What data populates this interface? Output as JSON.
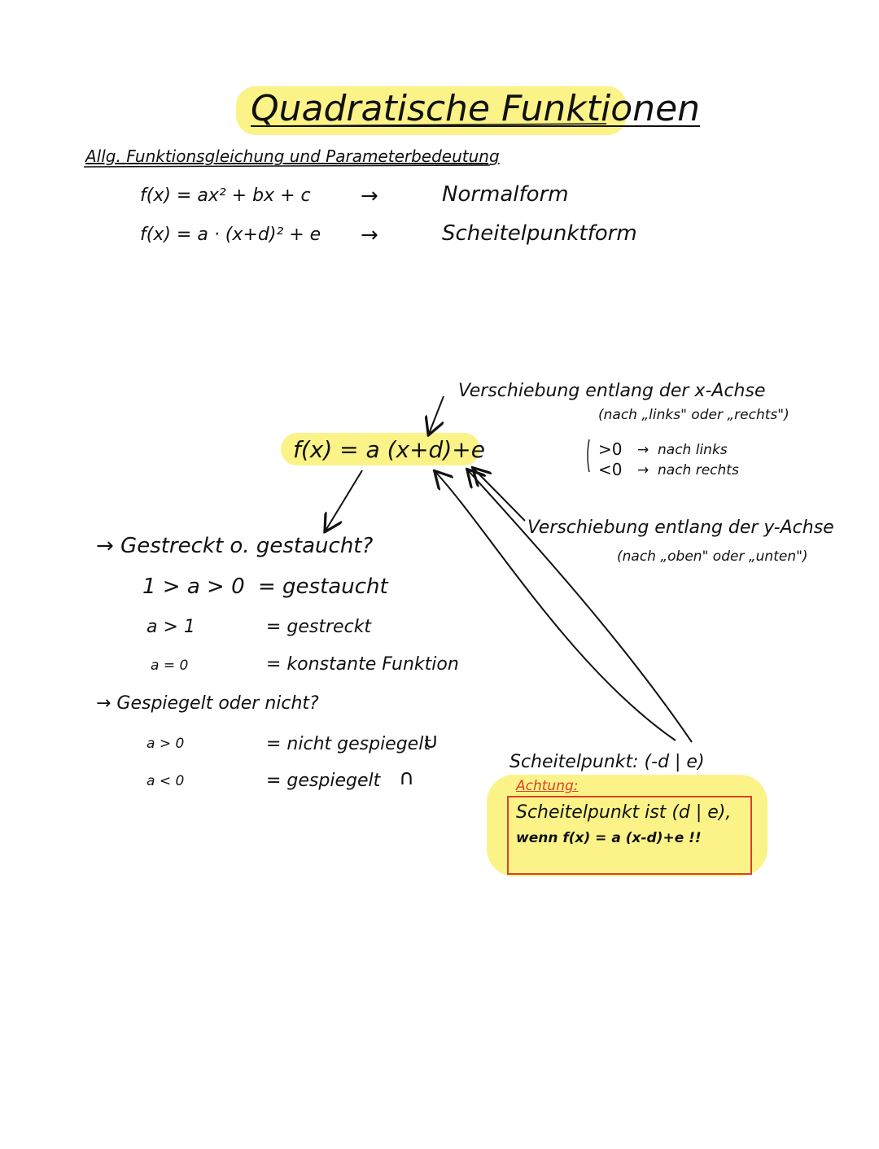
{
  "title": "Quadratische Funktionen",
  "subtitle": "Allg. Funktionsgleichung und Parameterbedeutung",
  "forms": [
    {
      "formula": "f(x) = ax² + bx + c",
      "arrow": "→",
      "name": "Normalform"
    },
    {
      "formula": "f(x) = a · (x+d)² + e",
      "arrow": "→",
      "name": "Scheitelpunktform"
    }
  ],
  "center_formula": "f(x) = a (x+d)+e",
  "x_shift": {
    "title": "Verschiebung entlang der x-Achse",
    "detail": "(nach „links\" oder „rechts\")",
    "bracket": "{",
    "rules": [
      {
        "cond": ">0",
        "arrow": "→",
        "text": "nach links"
      },
      {
        "cond": "<0",
        "arrow": "→",
        "text": "nach rechts"
      }
    ]
  },
  "y_shift": {
    "title": "Verschiebung entlang der y-Achse",
    "detail": "(nach „oben\" oder „unten\")"
  },
  "stretch": {
    "heading": "→ Gestreckt o. gestaucht?",
    "rows": [
      {
        "cond": "1 > a > 0",
        "result": "= gestaucht"
      },
      {
        "cond": "a > 1",
        "result": "= gestreckt"
      },
      {
        "cond": "a = 0",
        "result": "= konstante Funktion"
      }
    ]
  },
  "mirror": {
    "heading": "→ Gespiegelt oder nicht?",
    "rows": [
      {
        "cond": "a > 0",
        "result": "= nicht gespiegelt",
        "symbol": "∪"
      },
      {
        "cond": "a < 0",
        "result": "= gespiegelt",
        "symbol": "∩"
      }
    ]
  },
  "vertex": {
    "text": "Scheitelpunkt: (-d | e)",
    "warning": "Achtung:",
    "note_line1": "Scheitelpunkt ist (d | e),",
    "note_line2": "wenn f(x) = a (x-d)+e !!"
  },
  "colors": {
    "highlight": "#fbf27a",
    "warning": "#d9402b",
    "ink": "#111111"
  }
}
